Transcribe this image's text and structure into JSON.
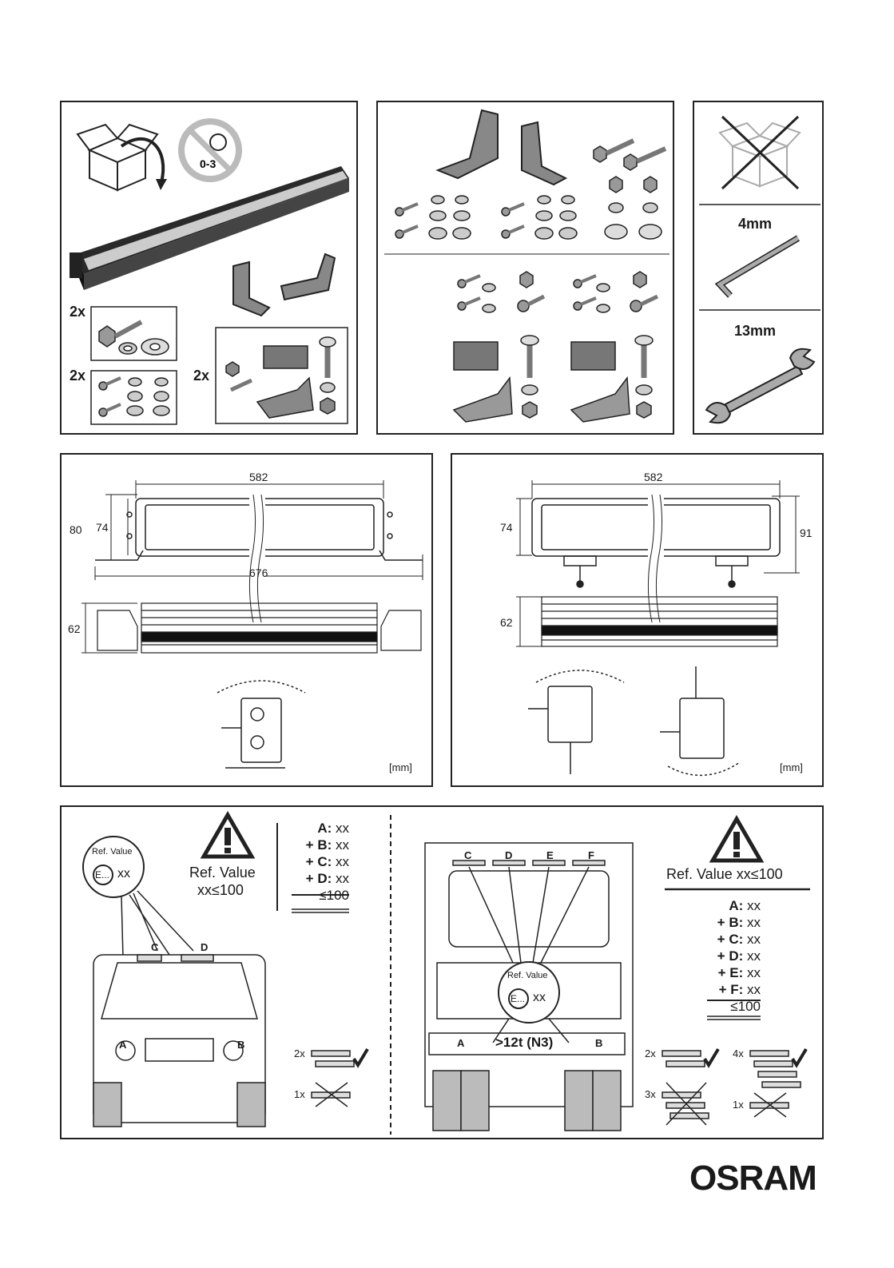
{
  "kit": {
    "qty_bolts": "2x",
    "qty_screws": "2x",
    "qty_clamps": "2x",
    "age_label": "0-3"
  },
  "tools": {
    "allen_key": "4mm",
    "wrench": "13mm"
  },
  "dims_left": {
    "width": "582",
    "total": "676",
    "h_outer": "80",
    "h_inner": "74",
    "depth": "62",
    "unit": "[mm]"
  },
  "dims_right": {
    "width": "582",
    "h_inner": "74",
    "h_total": "91",
    "depth": "62",
    "unit": "[mm]"
  },
  "ref_car": {
    "bubble_title": "Ref. Value",
    "bubble_e": "E...",
    "bubble_xx": "xx",
    "warn_line1": "Ref. Value",
    "warn_line2": "xx≤100",
    "sum": [
      {
        "key": "A:",
        "val": "xx"
      },
      {
        "key": "+ B:",
        "val": "xx"
      },
      {
        "key": "+ C:",
        "val": "xx"
      },
      {
        "key": "+ D:",
        "val": "xx"
      }
    ],
    "total": "≤100",
    "lamps": [
      "A",
      "B",
      "C",
      "D"
    ],
    "ok_qty": "2x",
    "bad_qty": "1x"
  },
  "ref_truck": {
    "bubble_title": "Ref. Value",
    "bubble_e": "E...",
    "bubble_xx": "xx",
    "warn_line": "Ref. Value xx≤100",
    "sum": [
      {
        "key": "A:",
        "val": "xx"
      },
      {
        "key": "+ B:",
        "val": "xx"
      },
      {
        "key": "+ C:",
        "val": "xx"
      },
      {
        "key": "+ D:",
        "val": "xx"
      },
      {
        "key": "+ E:",
        "val": "xx"
      },
      {
        "key": "+ F:",
        "val": "xx"
      }
    ],
    "total": "≤100",
    "lamps": [
      "A",
      "B",
      "C",
      "D",
      "E",
      "F"
    ],
    "weight": ">12t (N3)",
    "ok_qty_1": "2x",
    "ok_qty_2": "4x",
    "bad_qty_1": "3x",
    "bad_qty_2": "1x"
  },
  "brand": "OSRAM"
}
